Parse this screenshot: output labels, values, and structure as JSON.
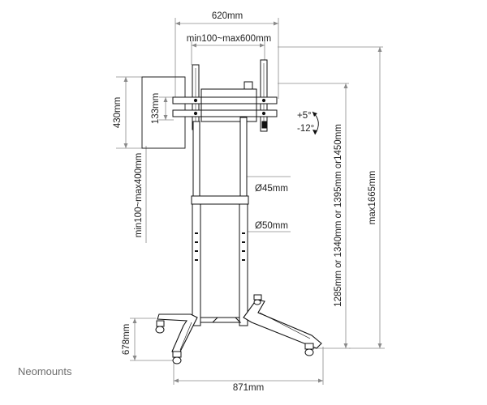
{
  "brand": "Neomounts",
  "dimensions": {
    "overall_width_top": "620mm",
    "vesa_horizontal": "min100~max600mm",
    "panel_height": "430mm",
    "bracket_height": "133mm",
    "vesa_vertical": "min100~max400mm",
    "tilt_up": "+5°",
    "tilt_down": "-12°",
    "upper_tube_diameter": "Ø45mm",
    "lower_tube_diameter": "Ø50mm",
    "mount_heights": "1285mm or 1340mm or 1395mm or1450mm",
    "max_height": "max1665mm",
    "base_depth": "678mm",
    "base_width": "871mm"
  },
  "colors": {
    "line": "#111111",
    "dim_line": "#8a8a8a",
    "brand": "#6d6d6d"
  }
}
